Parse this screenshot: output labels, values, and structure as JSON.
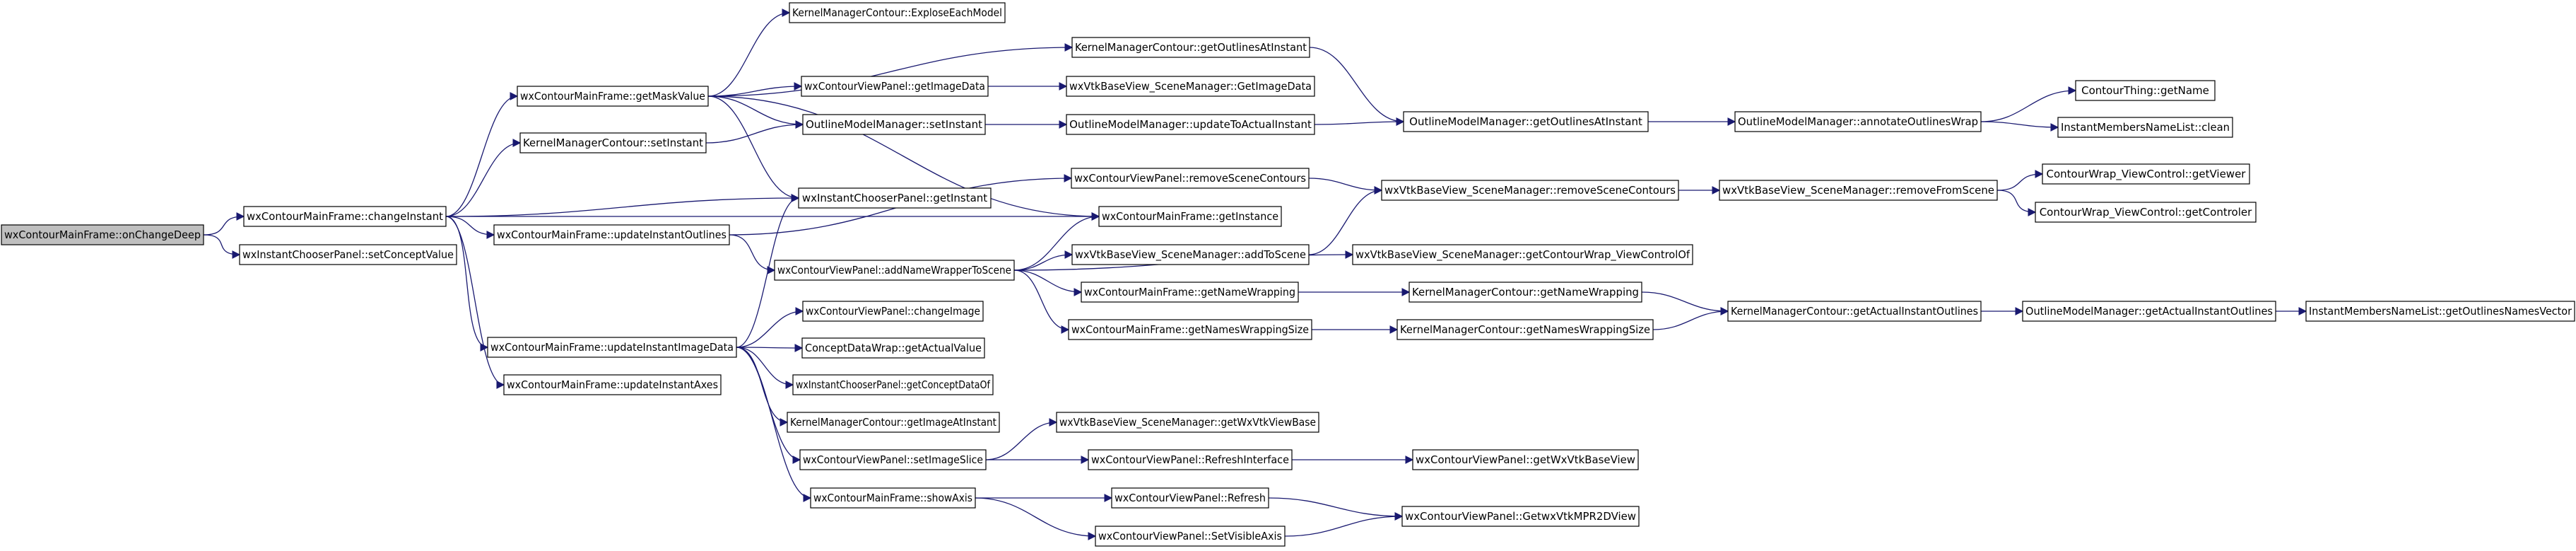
{
  "nodes": [
    {
      "id": "root",
      "label": "wxContourMainFrame::onChangeDeep",
      "root": true
    },
    {
      "id": "ci",
      "label": "wxContourMainFrame::changeInstant"
    },
    {
      "id": "scv",
      "label": "wxInstantChooserPanel::setConceptValue"
    },
    {
      "id": "gmv",
      "label": "wxContourMainFrame::getMaskValue"
    },
    {
      "id": "kmcsi",
      "label": "KernelManagerContour::setInstant"
    },
    {
      "id": "gi",
      "label": "wxInstantChooserPanel::getInstant"
    },
    {
      "id": "uio",
      "label": "wxContourMainFrame::updateInstantOutlines"
    },
    {
      "id": "uiid",
      "label": "wxContourMainFrame::updateInstantImageData"
    },
    {
      "id": "uia",
      "label": "wxContourMainFrame::updateInstantAxes"
    },
    {
      "id": "eem",
      "label": "KernelManagerContour::ExploseEachModel"
    },
    {
      "id": "goai",
      "label": "KernelManagerContour::getOutlinesAtInstant"
    },
    {
      "id": "cvpgid",
      "label": "wxContourViewPanel::getImageData"
    },
    {
      "id": "omsi",
      "label": "OutlineModelManager::setInstant"
    },
    {
      "id": "vgid",
      "label": "wxVtkBaseView_SceneManager::GetImageData"
    },
    {
      "id": "omutai",
      "label": "OutlineModelManager::updateToActualInstant"
    },
    {
      "id": "omgoai",
      "label": "OutlineModelManager::getOutlinesAtInstant"
    },
    {
      "id": "omaow",
      "label": "OutlineModelManager::annotateOutlinesWrap"
    },
    {
      "id": "ctgn",
      "label": "ContourThing::getName"
    },
    {
      "id": "imnlc",
      "label": "InstantMembersNameList::clean"
    },
    {
      "id": "cvprsc",
      "label": "wxContourViewPanel::removeSceneContours"
    },
    {
      "id": "cmfgi",
      "label": "wxContourMainFrame::getInstance"
    },
    {
      "id": "vrsc",
      "label": "wxVtkBaseView_SceneManager::removeSceneContours"
    },
    {
      "id": "vrfs",
      "label": "wxVtkBaseView_SceneManager::removeFromScene"
    },
    {
      "id": "cwgv",
      "label": "ContourWrap_ViewControl::getViewer"
    },
    {
      "id": "cwgc",
      "label": "ContourWrap_ViewControl::getControler"
    },
    {
      "id": "anwts",
      "label": "wxContourViewPanel::addNameWrapperToScene"
    },
    {
      "id": "vats",
      "label": "wxVtkBaseView_SceneManager::addToScene"
    },
    {
      "id": "vgcwvc",
      "label": "wxVtkBaseView_SceneManager::getContourWrap_ViewControlOf"
    },
    {
      "id": "cmfgnw",
      "label": "wxContourMainFrame::getNameWrapping"
    },
    {
      "id": "kmcgnw",
      "label": "KernelManagerContour::getNameWrapping"
    },
    {
      "id": "cmfgnws",
      "label": "wxContourMainFrame::getNamesWrappingSize"
    },
    {
      "id": "kmcgnws",
      "label": "KernelManagerContour::getNamesWrappingSize"
    },
    {
      "id": "kmcgaio",
      "label": "KernelManagerContour::getActualInstantOutlines"
    },
    {
      "id": "omgaio",
      "label": "OutlineModelManager::getActualInstantOutlines"
    },
    {
      "id": "imnlgonv",
      "label": "InstantMembersNameList::getOutlinesNamesVector"
    },
    {
      "id": "cvpci",
      "label": "wxContourViewPanel::changeImage"
    },
    {
      "id": "cdwgav",
      "label": "ConceptDataWrap::getActualValue"
    },
    {
      "id": "icpgcdo",
      "label": "wxInstantChooserPanel::getConceptDataOf"
    },
    {
      "id": "kmcgiai",
      "label": "KernelManagerContour::getImageAtInstant"
    },
    {
      "id": "vgwvbv",
      "label": "wxVtkBaseView_SceneManager::getWxVtkViewBase"
    },
    {
      "id": "cvpsis",
      "label": "wxContourViewPanel::setImageSlice"
    },
    {
      "id": "cvpri",
      "label": "wxContourViewPanel::RefreshInterface"
    },
    {
      "id": "cvpgwvbv",
      "label": "wxContourViewPanel::getWxVtkBaseView"
    },
    {
      "id": "cmfsa",
      "label": "wxContourMainFrame::showAxis"
    },
    {
      "id": "cvpr",
      "label": "wxContourViewPanel::Refresh"
    },
    {
      "id": "cvpgmpr",
      "label": "wxContourViewPanel::GetwxVtkMPR2DView"
    },
    {
      "id": "cvpsva",
      "label": "wxContourViewPanel::SetVisibleAxis"
    }
  ],
  "edges": [
    [
      "root",
      "ci"
    ],
    [
      "root",
      "scv"
    ],
    [
      "ci",
      "gmv"
    ],
    [
      "ci",
      "kmcsi"
    ],
    [
      "ci",
      "gi"
    ],
    [
      "ci",
      "uio"
    ],
    [
      "ci",
      "uiid"
    ],
    [
      "ci",
      "uia"
    ],
    [
      "ci",
      "cmfgi"
    ],
    [
      "gmv",
      "eem"
    ],
    [
      "gmv",
      "goai"
    ],
    [
      "gmv",
      "cvpgid"
    ],
    [
      "gmv",
      "omsi"
    ],
    [
      "gmv",
      "gi"
    ],
    [
      "gmv",
      "cmfgi"
    ],
    [
      "kmcsi",
      "omsi"
    ],
    [
      "cvpgid",
      "vgid"
    ],
    [
      "goai",
      "omgoai"
    ],
    [
      "omsi",
      "omutai"
    ],
    [
      "omutai",
      "omgoai"
    ],
    [
      "omgoai",
      "omaow"
    ],
    [
      "omaow",
      "ctgn"
    ],
    [
      "omaow",
      "imnlc"
    ],
    [
      "uio",
      "cvprsc"
    ],
    [
      "uio",
      "anwts"
    ],
    [
      "cvprsc",
      "vrsc"
    ],
    [
      "vrsc",
      "vrfs"
    ],
    [
      "vrfs",
      "cwgv"
    ],
    [
      "vrfs",
      "cwgc"
    ],
    [
      "anwts",
      "vats"
    ],
    [
      "anwts",
      "vgcwvc"
    ],
    [
      "anwts",
      "cmfgnw"
    ],
    [
      "anwts",
      "cmfgnws"
    ],
    [
      "anwts",
      "cmfgi"
    ],
    [
      "vats",
      "vrsc"
    ],
    [
      "cmfgnw",
      "kmcgnw"
    ],
    [
      "kmcgnw",
      "kmcgaio"
    ],
    [
      "cmfgnws",
      "kmcgnws"
    ],
    [
      "kmcgnws",
      "kmcgaio"
    ],
    [
      "kmcgaio",
      "omgaio"
    ],
    [
      "omgaio",
      "imnlgonv"
    ],
    [
      "uiid",
      "gi"
    ],
    [
      "uiid",
      "cvpci"
    ],
    [
      "uiid",
      "cdwgav"
    ],
    [
      "uiid",
      "icpgcdo"
    ],
    [
      "uiid",
      "kmcgiai"
    ],
    [
      "uiid",
      "cvpsis"
    ],
    [
      "uiid",
      "cmfsa"
    ],
    [
      "cvpsis",
      "vgwvbv"
    ],
    [
      "cvpsis",
      "cvpri"
    ],
    [
      "cvpri",
      "cvpgwvbv"
    ],
    [
      "cmfsa",
      "cvpr"
    ],
    [
      "cmfsa",
      "cvpsva"
    ],
    [
      "cvpr",
      "cvpgmpr"
    ],
    [
      "cvpsva",
      "cvpgmpr"
    ]
  ]
}
